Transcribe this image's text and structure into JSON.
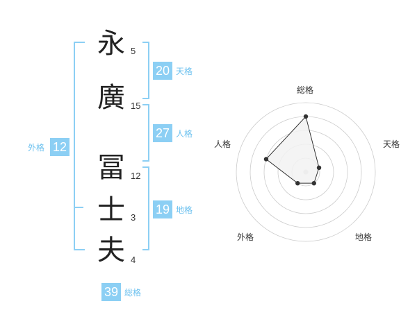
{
  "name": {
    "characters": [
      {
        "char": "永",
        "strokes": "5"
      },
      {
        "char": "廣",
        "strokes": "15"
      },
      {
        "char": "冨",
        "strokes": "12"
      },
      {
        "char": "士",
        "strokes": "3"
      },
      {
        "char": "夫",
        "strokes": "4"
      }
    ]
  },
  "fortune": {
    "tenkaku": {
      "value": "20",
      "label": "天格"
    },
    "jinkaku": {
      "value": "27",
      "label": "人格"
    },
    "chikaku": {
      "value": "19",
      "label": "地格"
    },
    "gaikaku": {
      "value": "12",
      "label": "外格"
    },
    "soukaku": {
      "value": "39",
      "label": "総格"
    }
  },
  "colors": {
    "accent": "#8ccff4",
    "accent_text": "#6cc1ef",
    "radar_fill": "#f2f2f2",
    "radar_line": "#333333",
    "ring": "#cccccc"
  },
  "chart_data": {
    "type": "radar",
    "axes": [
      "総格",
      "天格",
      "地格",
      "外格",
      "人格"
    ],
    "values": [
      0.8,
      0.2,
      0.2,
      0.2,
      0.6
    ],
    "range": [
      0,
      1
    ],
    "rings": 5
  }
}
